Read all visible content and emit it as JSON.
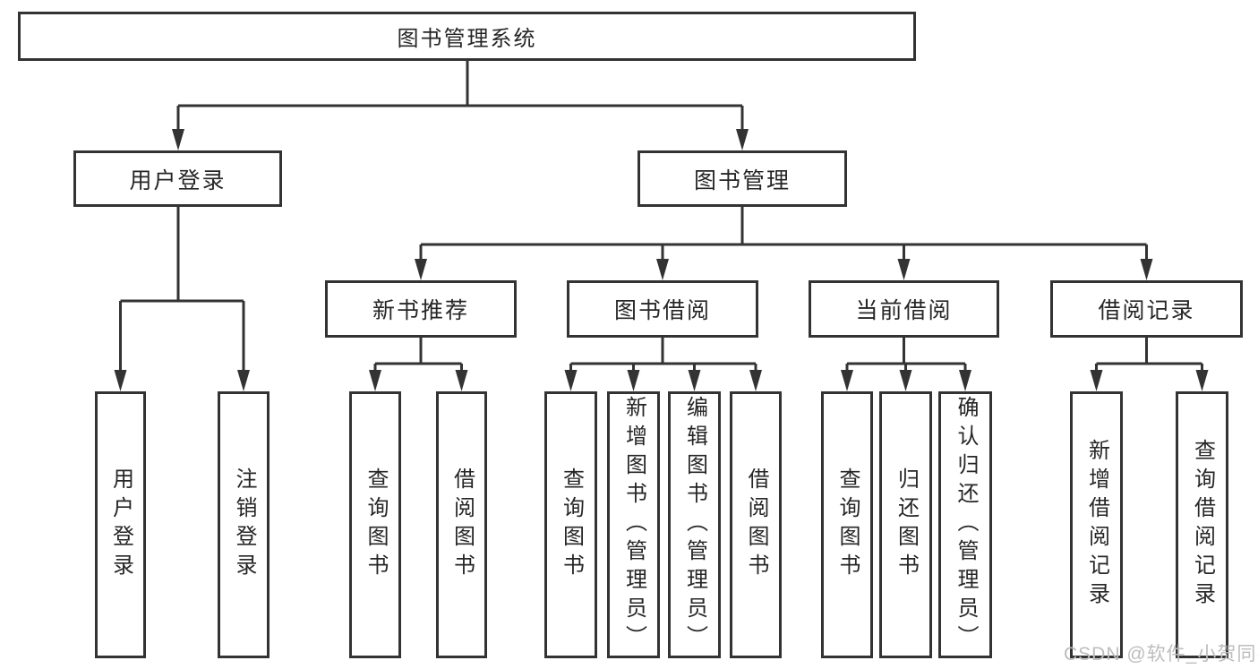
{
  "diagram": {
    "root": {
      "label": "图书管理系统",
      "children": [
        {
          "label": "用户登录",
          "children": [
            {
              "label": "用户登录"
            },
            {
              "label": "注销登录"
            }
          ]
        },
        {
          "label": "图书管理",
          "children": [
            {
              "label": "新书推荐",
              "children": [
                {
                  "label": "查询图书"
                },
                {
                  "label": "借阅图书"
                }
              ]
            },
            {
              "label": "图书借阅",
              "children": [
                {
                  "label": "查询图书"
                },
                {
                  "label": "新增图书（管理员）"
                },
                {
                  "label": "编辑图书（管理员）"
                },
                {
                  "label": "借阅图书"
                }
              ]
            },
            {
              "label": "当前借阅",
              "children": [
                {
                  "label": "查询图书"
                },
                {
                  "label": "归还图书"
                },
                {
                  "label": "确认归还（管理员）"
                }
              ]
            },
            {
              "label": "借阅记录",
              "children": [
                {
                  "label": "新增借阅记录"
                },
                {
                  "label": "查询借阅记录"
                }
              ]
            }
          ]
        }
      ]
    },
    "colors": {
      "line": "#333333",
      "text": "#262626",
      "background": "#ffffff",
      "watermark": "#bdbdbd"
    }
  },
  "watermark": {
    "text": "CSDN @软件_小贺同学"
  }
}
